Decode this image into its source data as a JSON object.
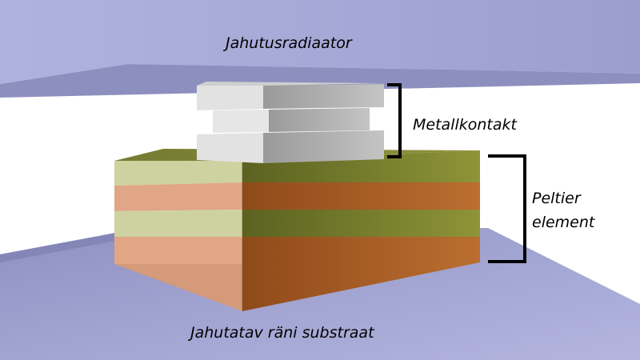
{
  "labels": {
    "heatsink": "Jahutusradiaator",
    "metal_contact": "Metallkontakt",
    "peltier_line1": "Peltier",
    "peltier_line2": "element",
    "substrate": "Jahutatav räni substraat"
  },
  "colors": {
    "background": "#ffffff",
    "heatsink": "#a8aad6",
    "substrate": "#a2a4d0",
    "metal_light": "#e2e2e2",
    "metal_dark": "#a8a8a8",
    "layer_green_light": "#cdd2a0",
    "layer_green_dark": "#6b7128",
    "layer_orange_light": "#e0a686",
    "layer_orange_dark": "#ab5c20",
    "bracket": "#000000"
  }
}
